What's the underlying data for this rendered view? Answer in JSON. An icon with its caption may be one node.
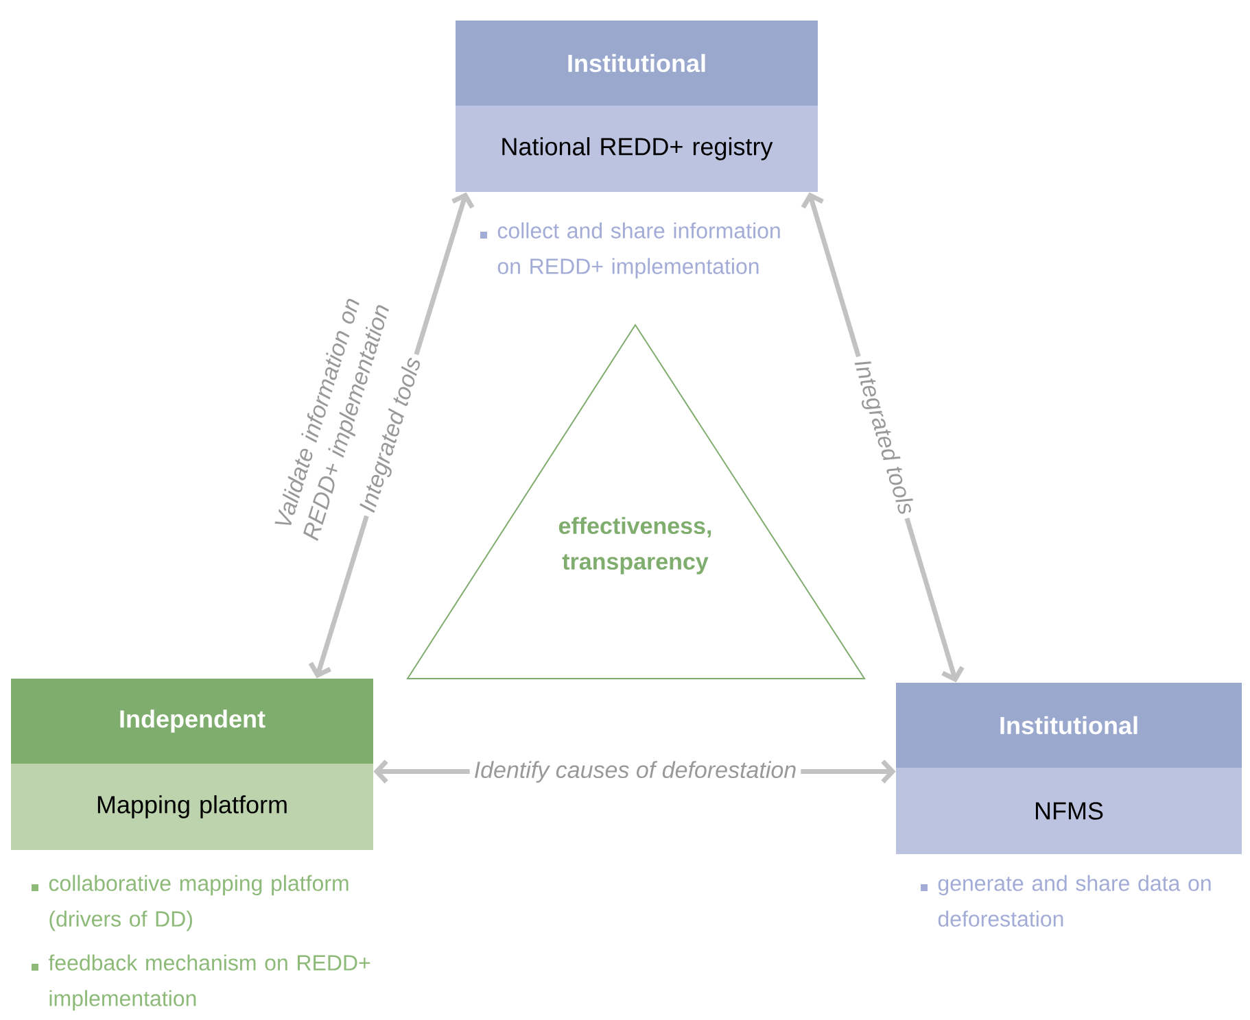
{
  "diagram": {
    "nodes": [
      {
        "text": [
          "Institutional",
          "National REDD+ registry"
        ],
        "beside": [
          "collect and share information on REDD+ implementation"
        ]
      },
      {
        "text": [
          "effectiveness, transparency"
        ]
      },
      {
        "text": [
          "Independent",
          "Mapping platform"
        ],
        "beside": [
          "collaborative mapping platform (drivers of DD)",
          "feedback mechanism on REDD+ implementation"
        ]
      },
      {
        "text": [
          "Institutional",
          "NFMS"
        ],
        "beside": [
          "generate and share data on deforestation"
        ]
      }
    ],
    "edges": [
      {
        "from": 2,
        "to": 0,
        "arrow": "both",
        "label": "Integrated tools"
      },
      {
        "from": 0,
        "to": 3,
        "arrow": "both",
        "label": "Integrated tools"
      },
      {
        "from": 2,
        "to": 3,
        "arrow": "both",
        "label": "Identify causes of deforestation"
      }
    ],
    "labels": [
      "Validate information on REDD+ implementation"
    ]
  }
}
